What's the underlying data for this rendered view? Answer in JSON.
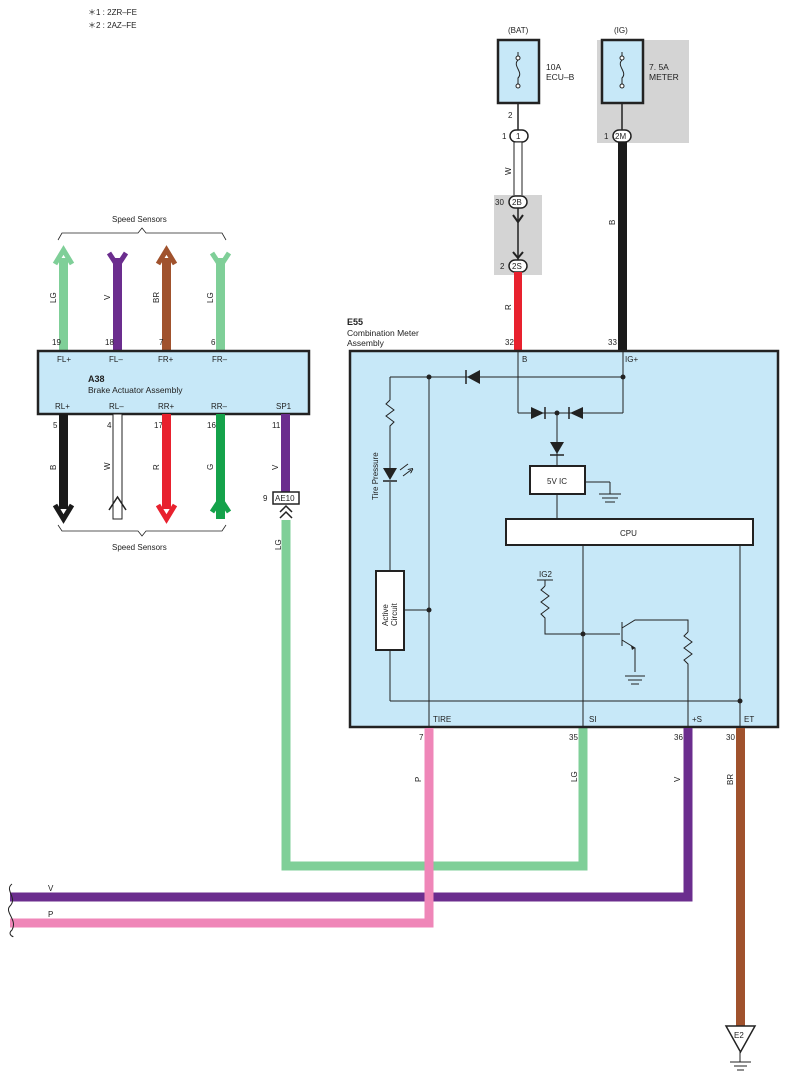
{
  "notes": {
    "n1": "＊1 : 2ZR–FE",
    "n2": "＊2 : 2AZ–FE"
  },
  "fuses": {
    "bat": {
      "supply": "(BAT)",
      "rating": "10A",
      "name": "ECU–B"
    },
    "ig": {
      "supply": "(IG)",
      "rating": "7. 5A",
      "name": "METER"
    }
  },
  "connectors": {
    "c1": "1",
    "c2M": "2M",
    "c2B": "2B",
    "c2S": "2S",
    "ae10": "AE10",
    "pin_bat_fuse": "2",
    "pin_c1": "1",
    "pin_2b": "30",
    "pin_2s": "2",
    "pin_ae10": "9"
  },
  "wire_colors": {
    "bat_upper": "W",
    "bat_lower": "R",
    "ig": "B",
    "sp1": "V",
    "ae10_out": "LG",
    "tire": "P",
    "si": "LG",
    "plus_s": "V",
    "et": "BR",
    "bus_v": "V",
    "bus_p": "P"
  },
  "brake_actuator": {
    "code": "A38",
    "name": "Brake Actuator Assembly",
    "speed_sensors_label": "Speed Sensors",
    "top_pins": [
      {
        "label": "FL+",
        "pin": "19",
        "color": "LG"
      },
      {
        "label": "FL–",
        "pin": "18",
        "color": "V"
      },
      {
        "label": "FR+",
        "pin": "7",
        "color": "BR"
      },
      {
        "label": "FR–",
        "pin": "6",
        "color": "LG"
      }
    ],
    "bottom_pins": [
      {
        "label": "RL+",
        "pin": "5",
        "color": "B"
      },
      {
        "label": "RL–",
        "pin": "4",
        "color": "W"
      },
      {
        "label": "RR+",
        "pin": "17",
        "color": "R"
      },
      {
        "label": "RR–",
        "pin": "16",
        "color": "G"
      },
      {
        "label": "SP1",
        "pin": "11",
        "color": "V"
      }
    ]
  },
  "meter": {
    "code": "E55",
    "name_line1": "Combination Meter",
    "name_line2": "Assembly",
    "pin_b": "32",
    "label_b": "B",
    "pin_ig": "33",
    "label_ig": "IG+",
    "tire_pressure": "Tire Pressure",
    "active_circuit_l1": "Active",
    "active_circuit_l2": "Circuit",
    "ic": "5V IC",
    "cpu": "CPU",
    "ig2": "IG2",
    "bottom_pins": [
      {
        "label": "TIRE",
        "pin": "7"
      },
      {
        "label": "SI",
        "pin": "35"
      },
      {
        "label": "+S",
        "pin": "36"
      },
      {
        "label": "ET",
        "pin": "30"
      }
    ]
  },
  "ground": {
    "e2": "E2"
  },
  "colors": {
    "LG": "#7fcf98",
    "V": "#6b2d8e",
    "BR": "#a0522d",
    "B": "#1a1a1a",
    "R": "#e8212e",
    "G": "#14a24a",
    "P": "#ef86b8",
    "W": "#ffffff",
    "component_fill": "#c7e8f8",
    "shade": "#d4d4d4"
  }
}
